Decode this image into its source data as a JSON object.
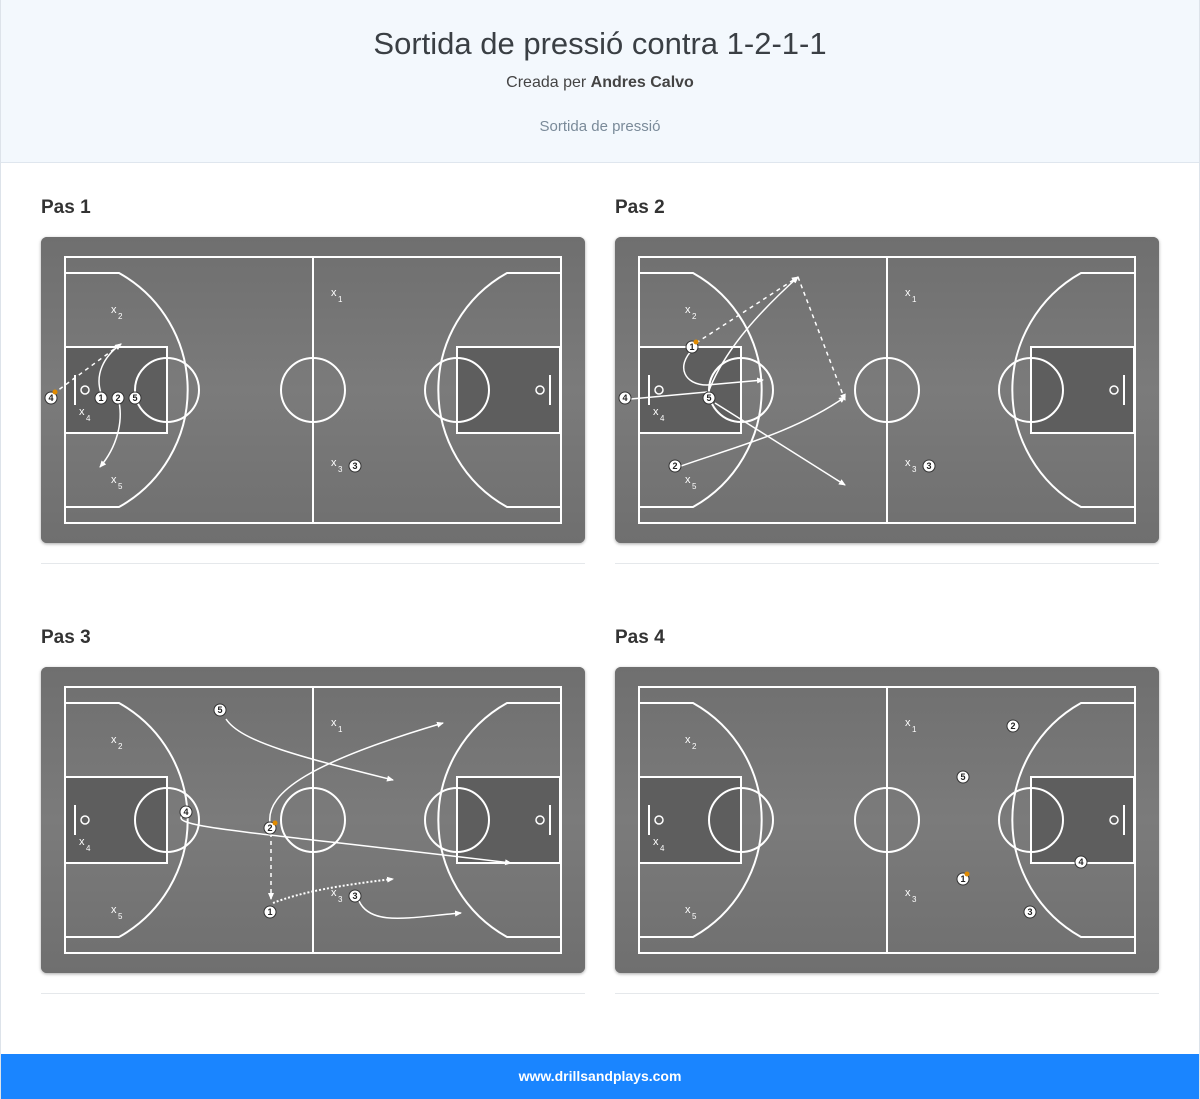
{
  "page": {
    "title": "Sortida de pressió contra 1-2-1-1",
    "created_by_prefix": "Creada per",
    "author": "Andres Calvo",
    "category": "Sortida de pressió"
  },
  "steps": [
    {
      "label": "Pas 1"
    },
    {
      "label": "Pas 2"
    },
    {
      "label": "Pas 3"
    },
    {
      "label": "Pas 4"
    }
  ],
  "footer": {
    "site": "www.drillsandplays.com"
  },
  "colors": {
    "accent": "#1a85ff",
    "court": "#777777",
    "paint": "#5e5e5e",
    "ball": "#e08a00"
  }
}
